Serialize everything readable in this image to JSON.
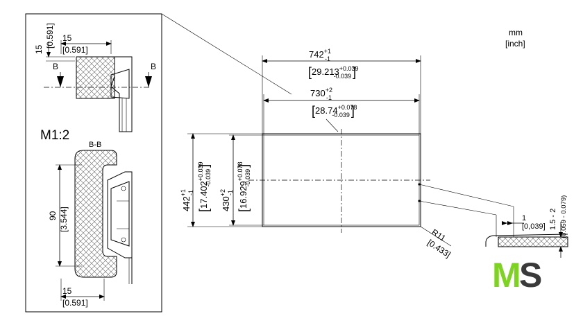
{
  "units": {
    "line1": "mm",
    "line2": "[inch]"
  },
  "detail": {
    "scale": "M1:2",
    "section_mark": "B",
    "section_title": "B-B",
    "top_width": "15",
    "top_width_in": "[0.591]",
    "top_height": "15",
    "top_height_in": "[0.591]",
    "height": "90",
    "height_in": "[3.544]",
    "bottom_width": "15",
    "bottom_width_in": "[0.591]"
  },
  "outer_width": {
    "base": "742",
    "sup": "+1",
    "sub": "-1",
    "inch": "29.213",
    "inch_sup": "+0.039",
    "inch_sub": "-0.039"
  },
  "inner_width": {
    "base": "730",
    "sup": "+2",
    "sub": "-1",
    "inch": "28.74",
    "inch_sup": "+0.078",
    "inch_sub": "-0.039"
  },
  "outer_height": {
    "base": "442",
    "sup": "+1",
    "sub": "-1",
    "inch": "17.402",
    "inch_sup": "+0.039",
    "inch_sub": "-0.039"
  },
  "inner_height": {
    "base": "430",
    "sup": "+2",
    "sub": "-1",
    "inch": "16.929",
    "inch_sup": "+0.078",
    "inch_sub": "-0.039"
  },
  "radius": {
    "label": "R11",
    "inch": "[0.433]"
  },
  "edge_detail": {
    "gap": "1",
    "gap_in": "[0,039]",
    "thickness": "1.5 - 2",
    "thickness_in": "(0.059 - 0.079)"
  },
  "logo": {
    "m": "M",
    "s": "S",
    "m_color": "#7ed321",
    "s_color": "#3a3a3a"
  }
}
